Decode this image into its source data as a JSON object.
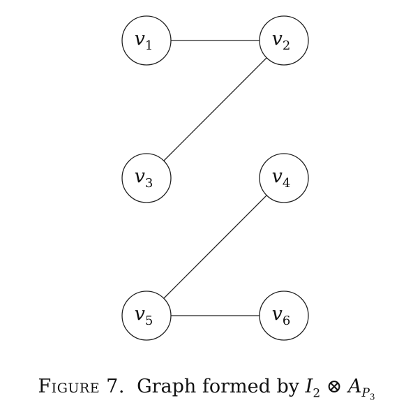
{
  "diagram": {
    "nodes": [
      {
        "id": "v1",
        "letter": "v",
        "sub": "1"
      },
      {
        "id": "v2",
        "letter": "v",
        "sub": "2"
      },
      {
        "id": "v3",
        "letter": "v",
        "sub": "3"
      },
      {
        "id": "v4",
        "letter": "v",
        "sub": "4"
      },
      {
        "id": "v5",
        "letter": "v",
        "sub": "5"
      },
      {
        "id": "v6",
        "letter": "v",
        "sub": "6"
      }
    ],
    "edges": [
      [
        "v1",
        "v2"
      ],
      [
        "v2",
        "v3"
      ],
      [
        "v4",
        "v5"
      ],
      [
        "v5",
        "v6"
      ]
    ]
  },
  "caption": {
    "figure_label": "Figure 7.",
    "text": "Graph formed by",
    "math_I": "I",
    "math_I_sub": "2",
    "operator": "⊗",
    "math_A": "A",
    "math_A_sub": "P",
    "math_A_subsub": "3"
  }
}
